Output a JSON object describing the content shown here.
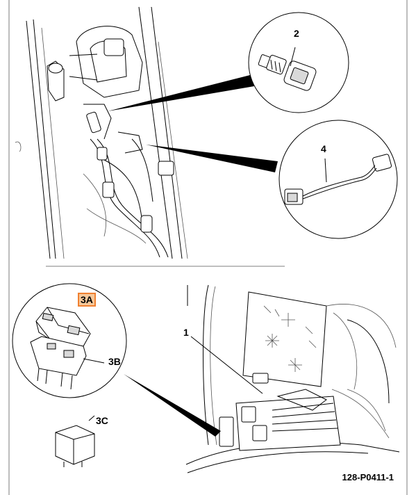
{
  "callouts": {
    "c2": "2",
    "c4": "4",
    "c1": "1",
    "c3a": "3A",
    "c3b": "3B",
    "c3c": "3C"
  },
  "highlight_color": "#f08030",
  "document_id": "128-P0411-1"
}
